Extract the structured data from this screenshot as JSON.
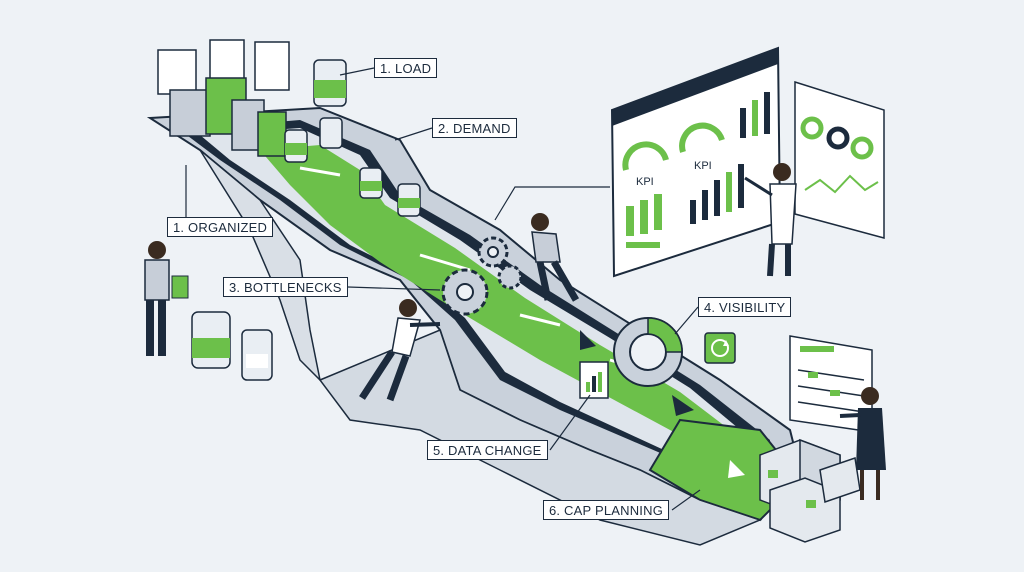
{
  "steps": {
    "load": "1. LOAD",
    "demand": "2. DEMAND",
    "organized": "1. ORGANIZED",
    "bottlenecks": "3. BOTTLENECKS",
    "visibility": "4. VISIBILITY",
    "data_change": "5. DATA CHANGE",
    "cap_planning": "6. CAP PLANNING"
  },
  "dashboard": {
    "kpi_left": "KPI",
    "kpi_right": "KPI"
  },
  "colors": {
    "accent_green": "#6cc04a",
    "navy": "#1c2b3d",
    "background": "#eef2f6"
  }
}
